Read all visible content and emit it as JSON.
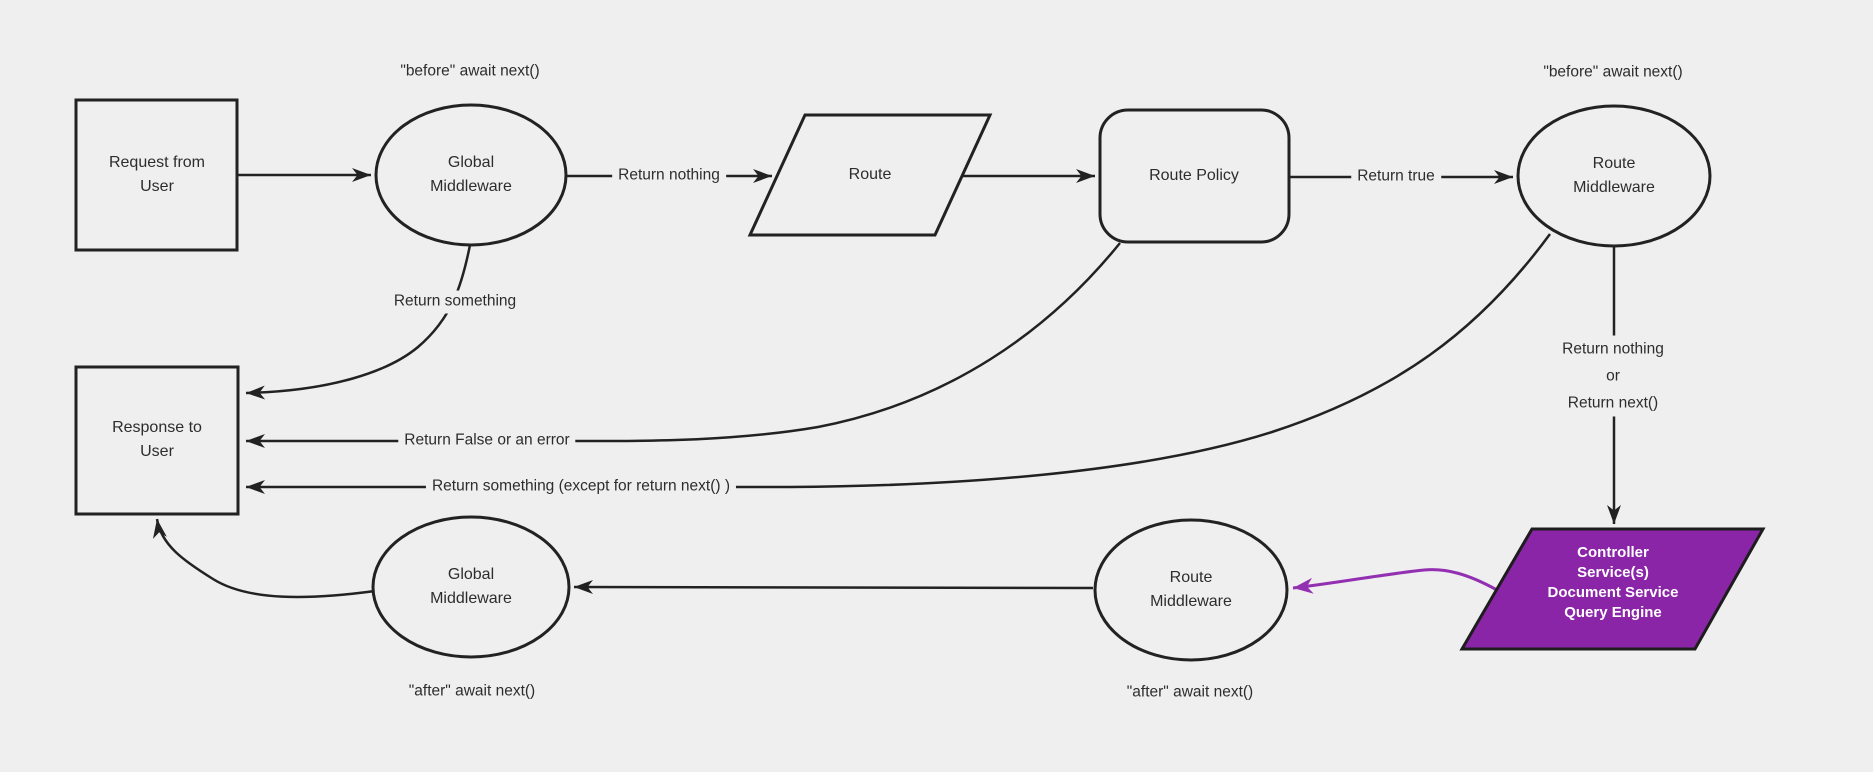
{
  "colors": {
    "canvas_bg": "#efefef",
    "node_fill": "#efefef",
    "stroke": "#222222",
    "text": "#2d2d2d",
    "purple_fill": "#8b25a8",
    "purple_stroke": "#1d1d1d",
    "purple_arrow": "#9330b2"
  },
  "nodes": {
    "request_from_user": {
      "label": "Request from User"
    },
    "global_middleware_before": {
      "label": "Global Middleware"
    },
    "route": {
      "label": "Route"
    },
    "route_policy": {
      "label": "Route Policy"
    },
    "route_middleware_before": {
      "label": "Route Middleware"
    },
    "response_to_user": {
      "label": "Response to User"
    },
    "global_middleware_after": {
      "label": "Global Middleware"
    },
    "route_middleware_after": {
      "label": "Route Middleware"
    },
    "controller_services": {
      "lines": [
        "Controller",
        "Service(s)",
        "Document Service",
        "Query Engine"
      ]
    }
  },
  "edge_labels": {
    "before_await_next_global": "\"before\" await next()",
    "before_await_next_route": "\"before\" await next()",
    "return_nothing": "Return nothing",
    "return_true": "Return true",
    "return_something": "Return something",
    "return_false_or_error": "Return False or an error",
    "return_something_except": "Return something (except for return next() )",
    "return_nothing_or_next": [
      "Return nothing",
      "or",
      "Return next()"
    ],
    "after_await_next_global": "\"after\" await next()",
    "after_await_next_route": "\"after\" await next()"
  }
}
